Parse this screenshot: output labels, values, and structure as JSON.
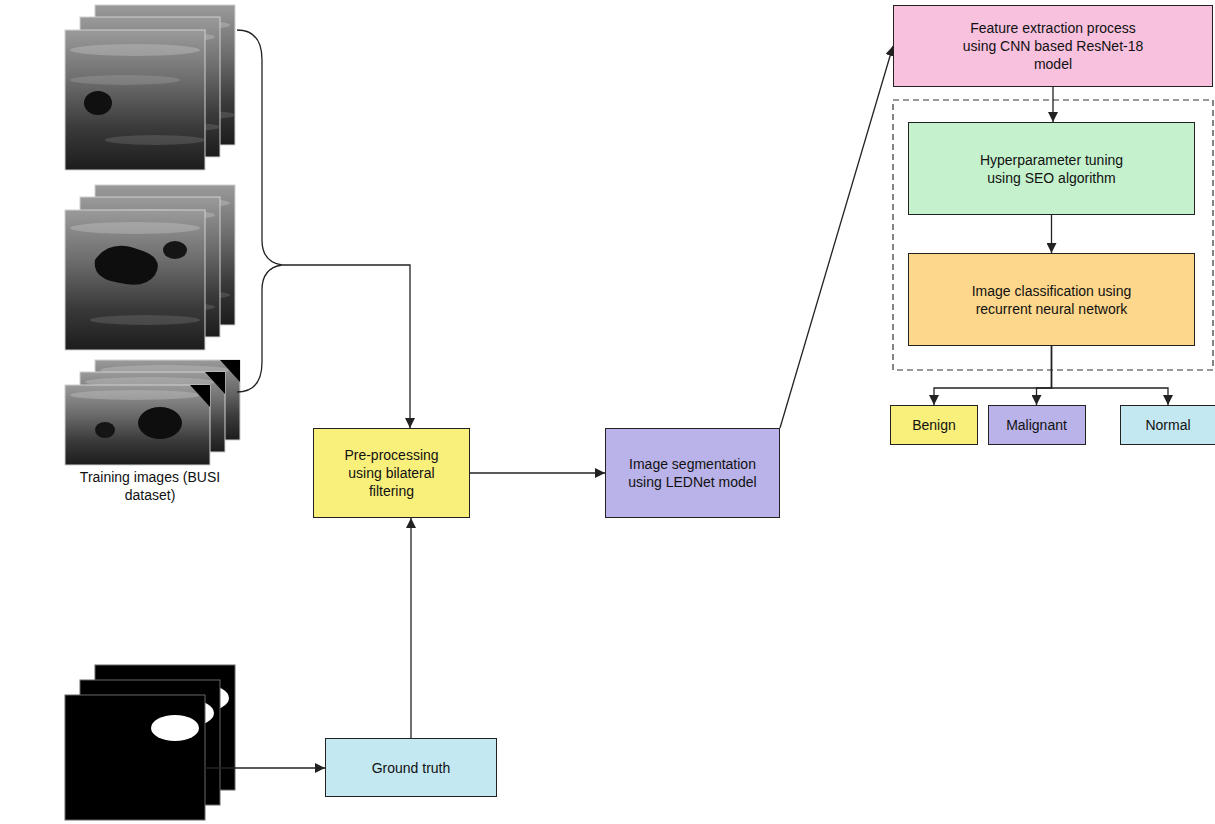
{
  "diagram": {
    "nodes": [
      {
        "text": [
          "Pre-processing using bilateral filtering"
        ]
      },
      {
        "text": [
          "Image segmentation using LEDNet model"
        ]
      },
      {
        "text": [
          "Feature extraction process using CNN based ResNet-18 model"
        ]
      },
      {
        "text": [
          "Hyperparameter tuning using SEO algorithm"
        ]
      },
      {
        "text": [
          "Image classification using recurrent neural network"
        ]
      },
      {
        "text": [
          "Benign"
        ]
      },
      {
        "text": [
          "Malignant"
        ]
      },
      {
        "text": [
          "Normal"
        ]
      },
      {
        "text": [
          "Ground truth"
        ]
      }
    ],
    "edges": [
      {
        "from": 8,
        "to": 0,
        "arrow": "to"
      },
      {
        "from": 0,
        "to": 1,
        "arrow": "to"
      },
      {
        "from": 1,
        "to": 2,
        "arrow": "to"
      },
      {
        "from": 2,
        "to": 3,
        "arrow": "to"
      },
      {
        "from": 3,
        "to": 4,
        "arrow": "to"
      },
      {
        "from": 4,
        "to": 5,
        "arrow": "to"
      },
      {
        "from": 4,
        "to": 6,
        "arrow": "to"
      },
      {
        "from": 4,
        "to": 7,
        "arrow": "to"
      }
    ],
    "labels": [
      "Training images (BUSI dataset)"
    ]
  }
}
